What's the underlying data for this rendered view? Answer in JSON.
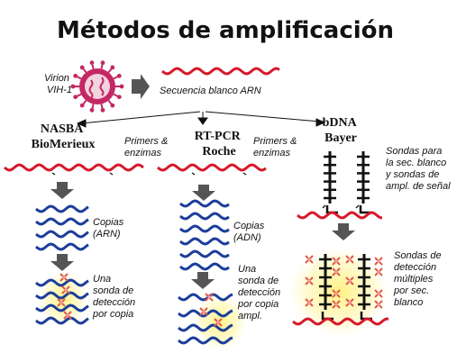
{
  "title": "Métodos de amplificación",
  "virion_label": [
    "Virion",
    "VIH-1"
  ],
  "target_label": "Secuencia blanco ARN",
  "methods": {
    "nasba": {
      "name": [
        "NASBA",
        "BioMerieux"
      ],
      "copies_label": [
        "Copias",
        "(ARN)"
      ],
      "probe_label": [
        "Una",
        "sonda de",
        "detección",
        "por copia"
      ]
    },
    "rtpcr": {
      "name": [
        "RT-PCR",
        "Roche"
      ],
      "copies_label": [
        "Copias",
        "(ADN)"
      ],
      "probe_label": [
        "Una",
        "sonda de",
        "detección",
        "por copia",
        "ampl."
      ]
    },
    "bdna": {
      "name": [
        "bDNA",
        "Bayer"
      ],
      "probes_label": [
        "Sondas para",
        "la sec. blanco",
        "y sondas de",
        "ampl. de señal"
      ],
      "multi_label": [
        "Sondas de",
        "detección",
        "múltiples",
        "por sec.",
        "blanco"
      ]
    }
  },
  "primers_label": [
    "Primers &",
    "enzimas"
  ],
  "colors": {
    "strand_red": "#d8182a",
    "strand_blue": "#1c3e9a",
    "virion": "#c42864",
    "glow": "#fff27a",
    "arrow": "#555555"
  }
}
